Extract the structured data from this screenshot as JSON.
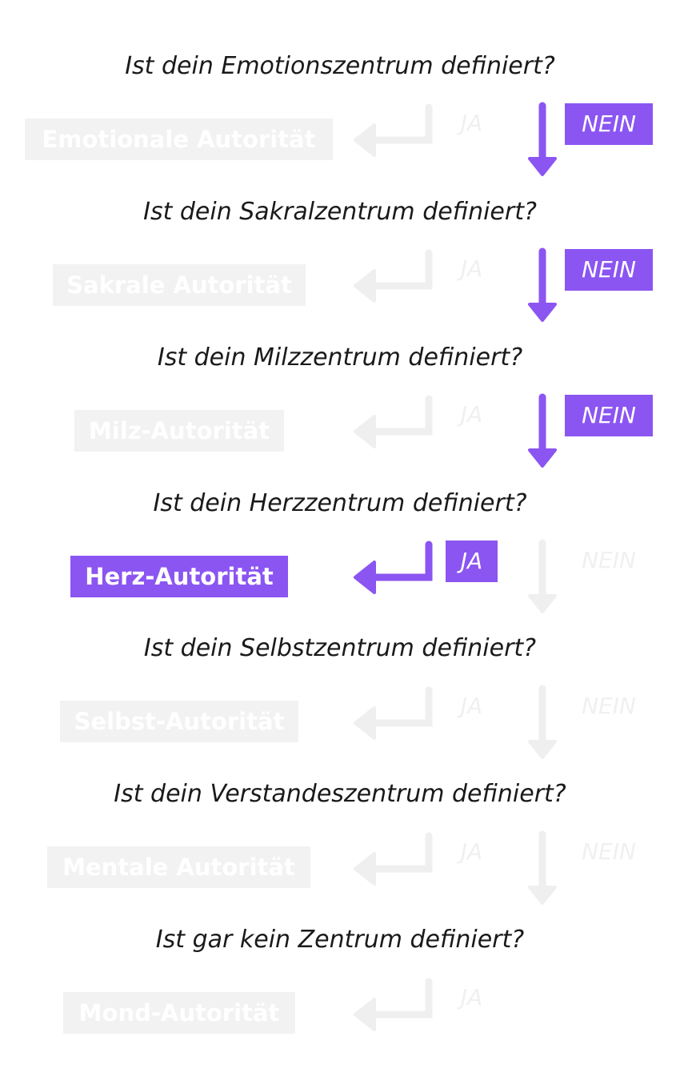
{
  "colors": {
    "accent": "#8b55f2",
    "inactive": "#efefef",
    "text": "#1a1a1a"
  },
  "steps": [
    {
      "question": "Ist dein Emotionszentrum definiert?",
      "authority": "Emotionale Autorität",
      "yes": "JA",
      "no": "NEIN",
      "state": "no"
    },
    {
      "question": "Ist dein Sakralzentrum definiert?",
      "authority": "Sakrale Autorität",
      "yes": "JA",
      "no": "NEIN",
      "state": "no"
    },
    {
      "question": "Ist dein Milzzentrum definiert?",
      "authority": "Milz-Autorität",
      "yes": "JA",
      "no": "NEIN",
      "state": "no"
    },
    {
      "question": "Ist dein Herzzentrum definiert?",
      "authority": "Herz-Autorität",
      "yes": "JA",
      "no": "NEIN",
      "state": "yes"
    },
    {
      "question": "Ist dein Selbstzentrum definiert?",
      "authority": "Selbst-Autorität",
      "yes": "JA",
      "no": "NEIN",
      "state": "none"
    },
    {
      "question": "Ist dein Verstandeszentrum definiert?",
      "authority": "Mentale Autorität",
      "yes": "JA",
      "no": "NEIN",
      "state": "none"
    },
    {
      "question": "Ist gar kein Zentrum definiert?",
      "authority": "Mond-Autorität",
      "yes": "JA",
      "state": "none"
    }
  ]
}
